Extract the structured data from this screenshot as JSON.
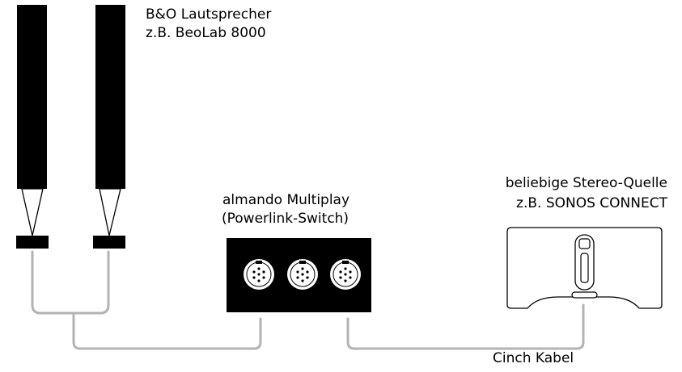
{
  "labels": {
    "speakers_line1": "B&O Lautsprecher",
    "speakers_line2": "z.B. BeoLab 8000",
    "switch_line1": "almando Multiplay",
    "switch_line2": "(Powerlink-Switch)",
    "source_line1": "beliebige Stereo-Quelle",
    "source_line2": "z.B. SONOS CONNECT",
    "cable": "Cinch Kabel"
  },
  "components": {
    "speakers": {
      "count": 2
    },
    "switch": {
      "connectors": 3
    },
    "source": {}
  },
  "colors": {
    "device": "#000000",
    "cable": "#b3b3b3",
    "background": "#ffffff"
  }
}
